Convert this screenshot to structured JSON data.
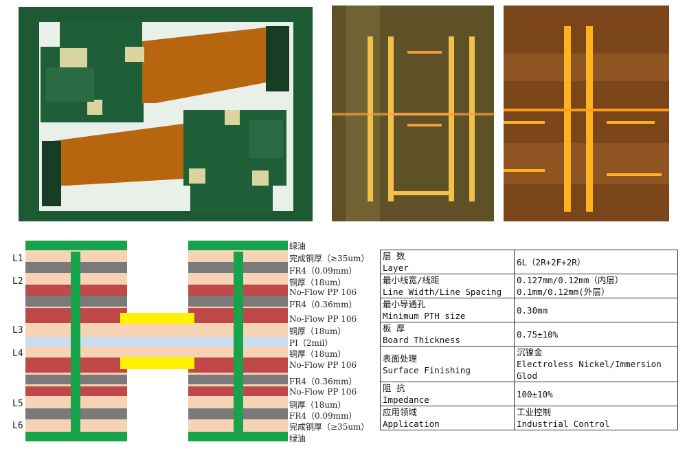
{
  "stackup": {
    "layers": [
      "L1",
      "L2",
      "L3",
      "L4",
      "L5",
      "L6"
    ],
    "materials": [
      "绿油",
      "完成铜厚（≥35um）",
      "FR4（0.09mm）",
      "铜厚（18um）",
      "No-Flow PP 106",
      "FR4（0.36mm）",
      "No-Flow PP 106",
      "铜厚（18um）",
      "PI（2mil）",
      "铜厚（18um）",
      "No-Flow PP 106",
      "FR4（0.36mm）",
      "No-Flow PP 106",
      "铜厚（18um）",
      "FR4（0.09mm）",
      "完成铜厚（≥35um）",
      "绿油"
    ],
    "colors": {
      "solder_mask": "#16a34a",
      "copper_base": "#f6d3b4",
      "fr4": "#7a7a7a",
      "prepreg": "#c0484a",
      "polyimide": "#c9dcf0",
      "stiffener": "#fff200"
    }
  },
  "spec_table": [
    {
      "key": [
        "层    数",
        "Layer"
      ],
      "value": [
        "6L（2R+2F+2R）"
      ]
    },
    {
      "key": [
        "最小线宽/线距",
        "Line Width/Line Spacing"
      ],
      "value": [
        "0.127mm/0.12mm（内层）",
        "0.1mm/0.12mm(外层）"
      ]
    },
    {
      "key": [
        "最小导通孔",
        "Minimum PTH size"
      ],
      "value": [
        "0.30mm"
      ]
    },
    {
      "key": [
        "板   厚",
        "Board Thickness"
      ],
      "value": [
        "0.75±10%"
      ]
    },
    {
      "key": [
        "表面处理",
        "Surface Finishing"
      ],
      "value": [
        "沉镍金",
        "Electroless Nickel/Immersion",
        "Glod"
      ]
    },
    {
      "key": [
        "阻   抗",
        "Impedance"
      ],
      "value": [
        "100±10%"
      ]
    },
    {
      "key": [
        "应用领域",
        "Application"
      ],
      "value": [
        "工业控制",
        "Industrial Control"
      ]
    }
  ],
  "photos": {
    "pcb": "rigid-flex-pcb-photo",
    "micro_a": "cross-section-micrograph",
    "micro_b": "cross-section-micrograph"
  }
}
